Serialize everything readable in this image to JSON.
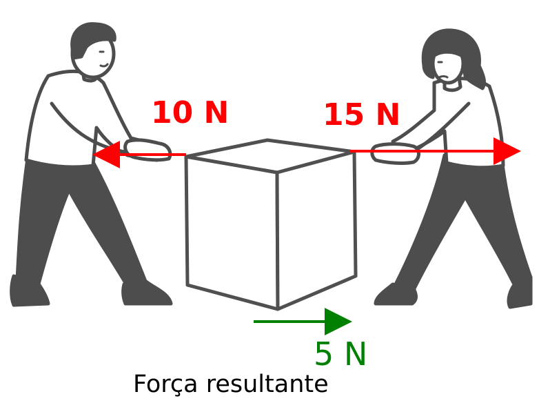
{
  "forces": {
    "left": {
      "label": "10 N",
      "magnitude": 10,
      "unit": "N",
      "direction": "left",
      "color": "#ff0000"
    },
    "right": {
      "label": "15 N",
      "magnitude": 15,
      "unit": "N",
      "direction": "right",
      "color": "#ff0000"
    }
  },
  "resultant": {
    "label": "5 N",
    "magnitude": 5,
    "unit": "N",
    "direction": "right",
    "color": "#008000"
  },
  "caption": "Força resultante",
  "colors": {
    "figure": "#4d4d4d",
    "skin": "#ffffff",
    "box_stroke": "#505050"
  }
}
